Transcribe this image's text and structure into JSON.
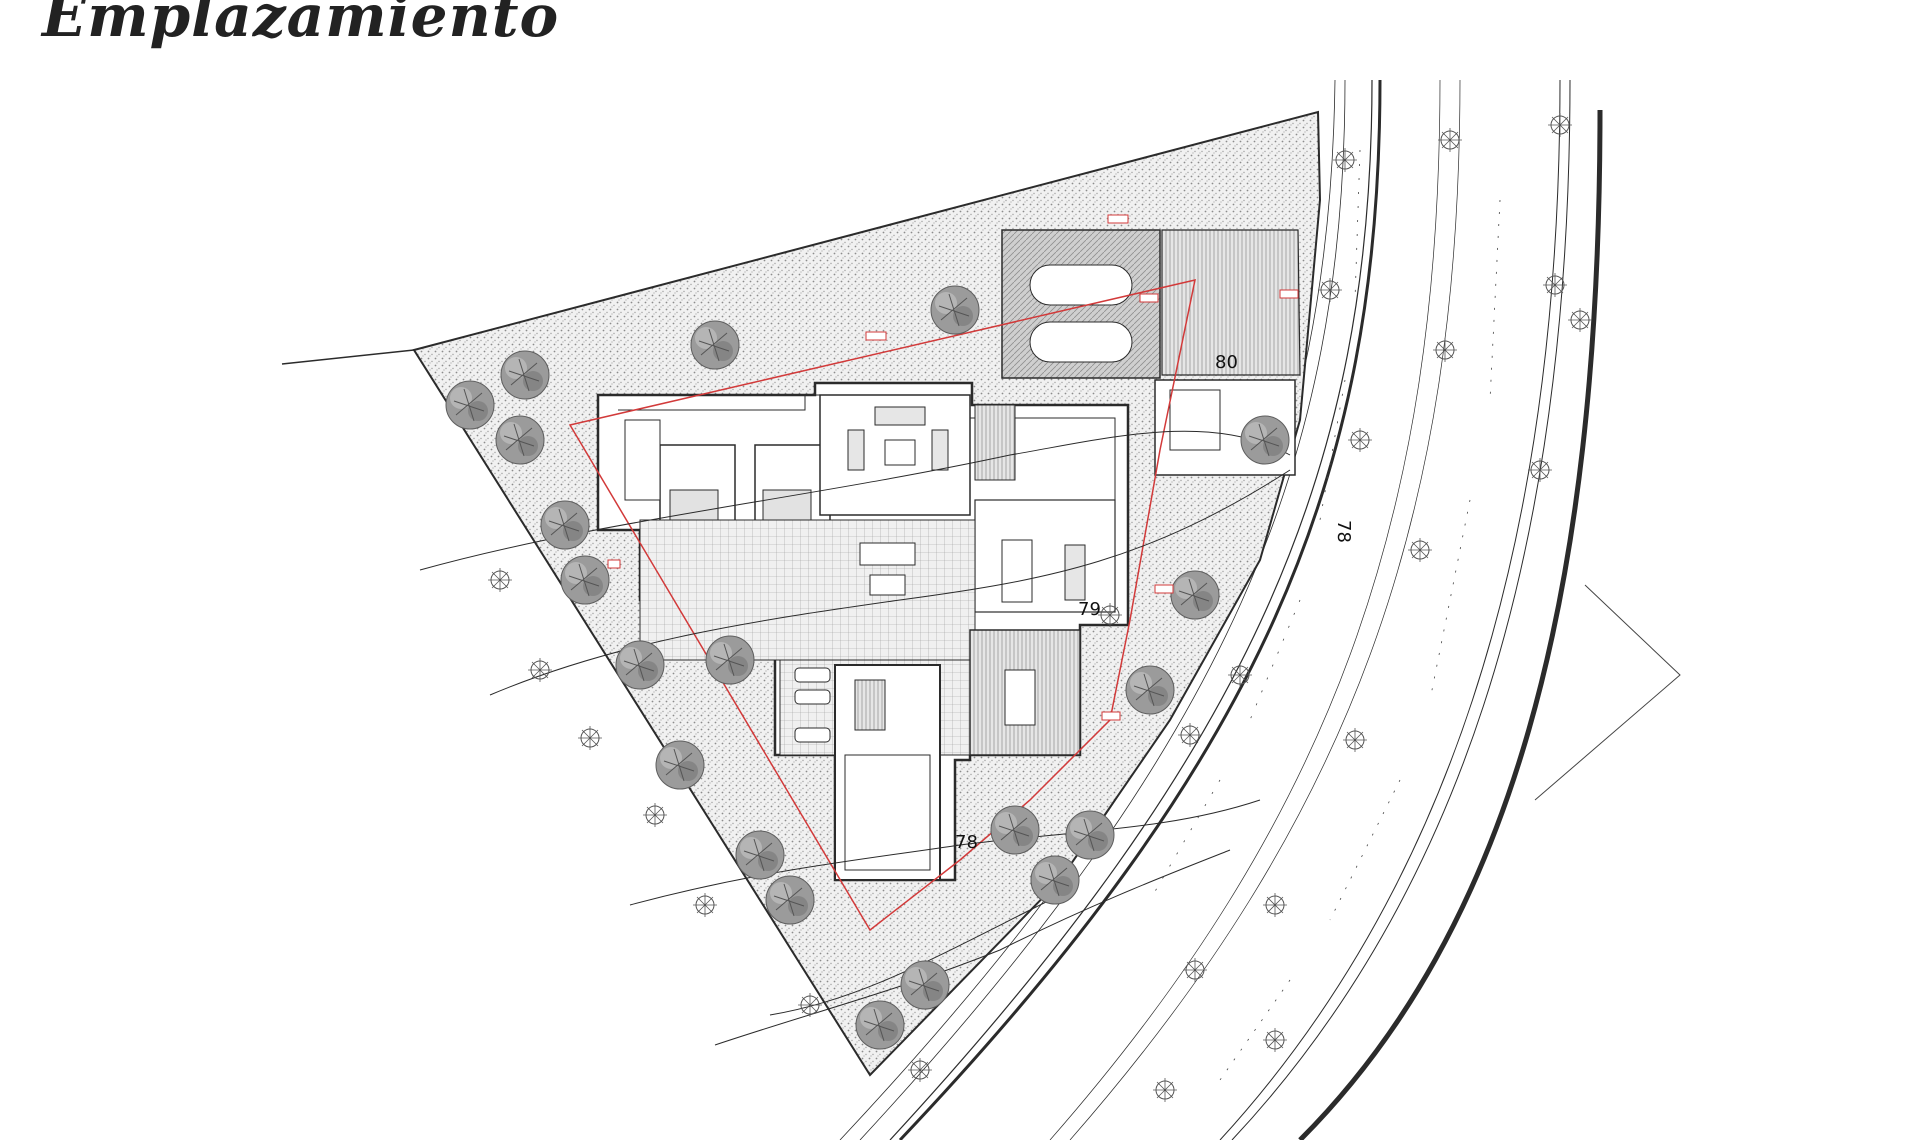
{
  "title": "Emplazamiento",
  "contours": [
    {
      "label": "80"
    },
    {
      "label": "79"
    },
    {
      "label": "78"
    },
    {
      "label": "78"
    }
  ],
  "colors": {
    "lines": "#2b2b2b",
    "boundary": "#d23a3a",
    "garden": "#cfcfcf",
    "trees": "#8a8a8a",
    "paving": "#9a9a9a"
  }
}
